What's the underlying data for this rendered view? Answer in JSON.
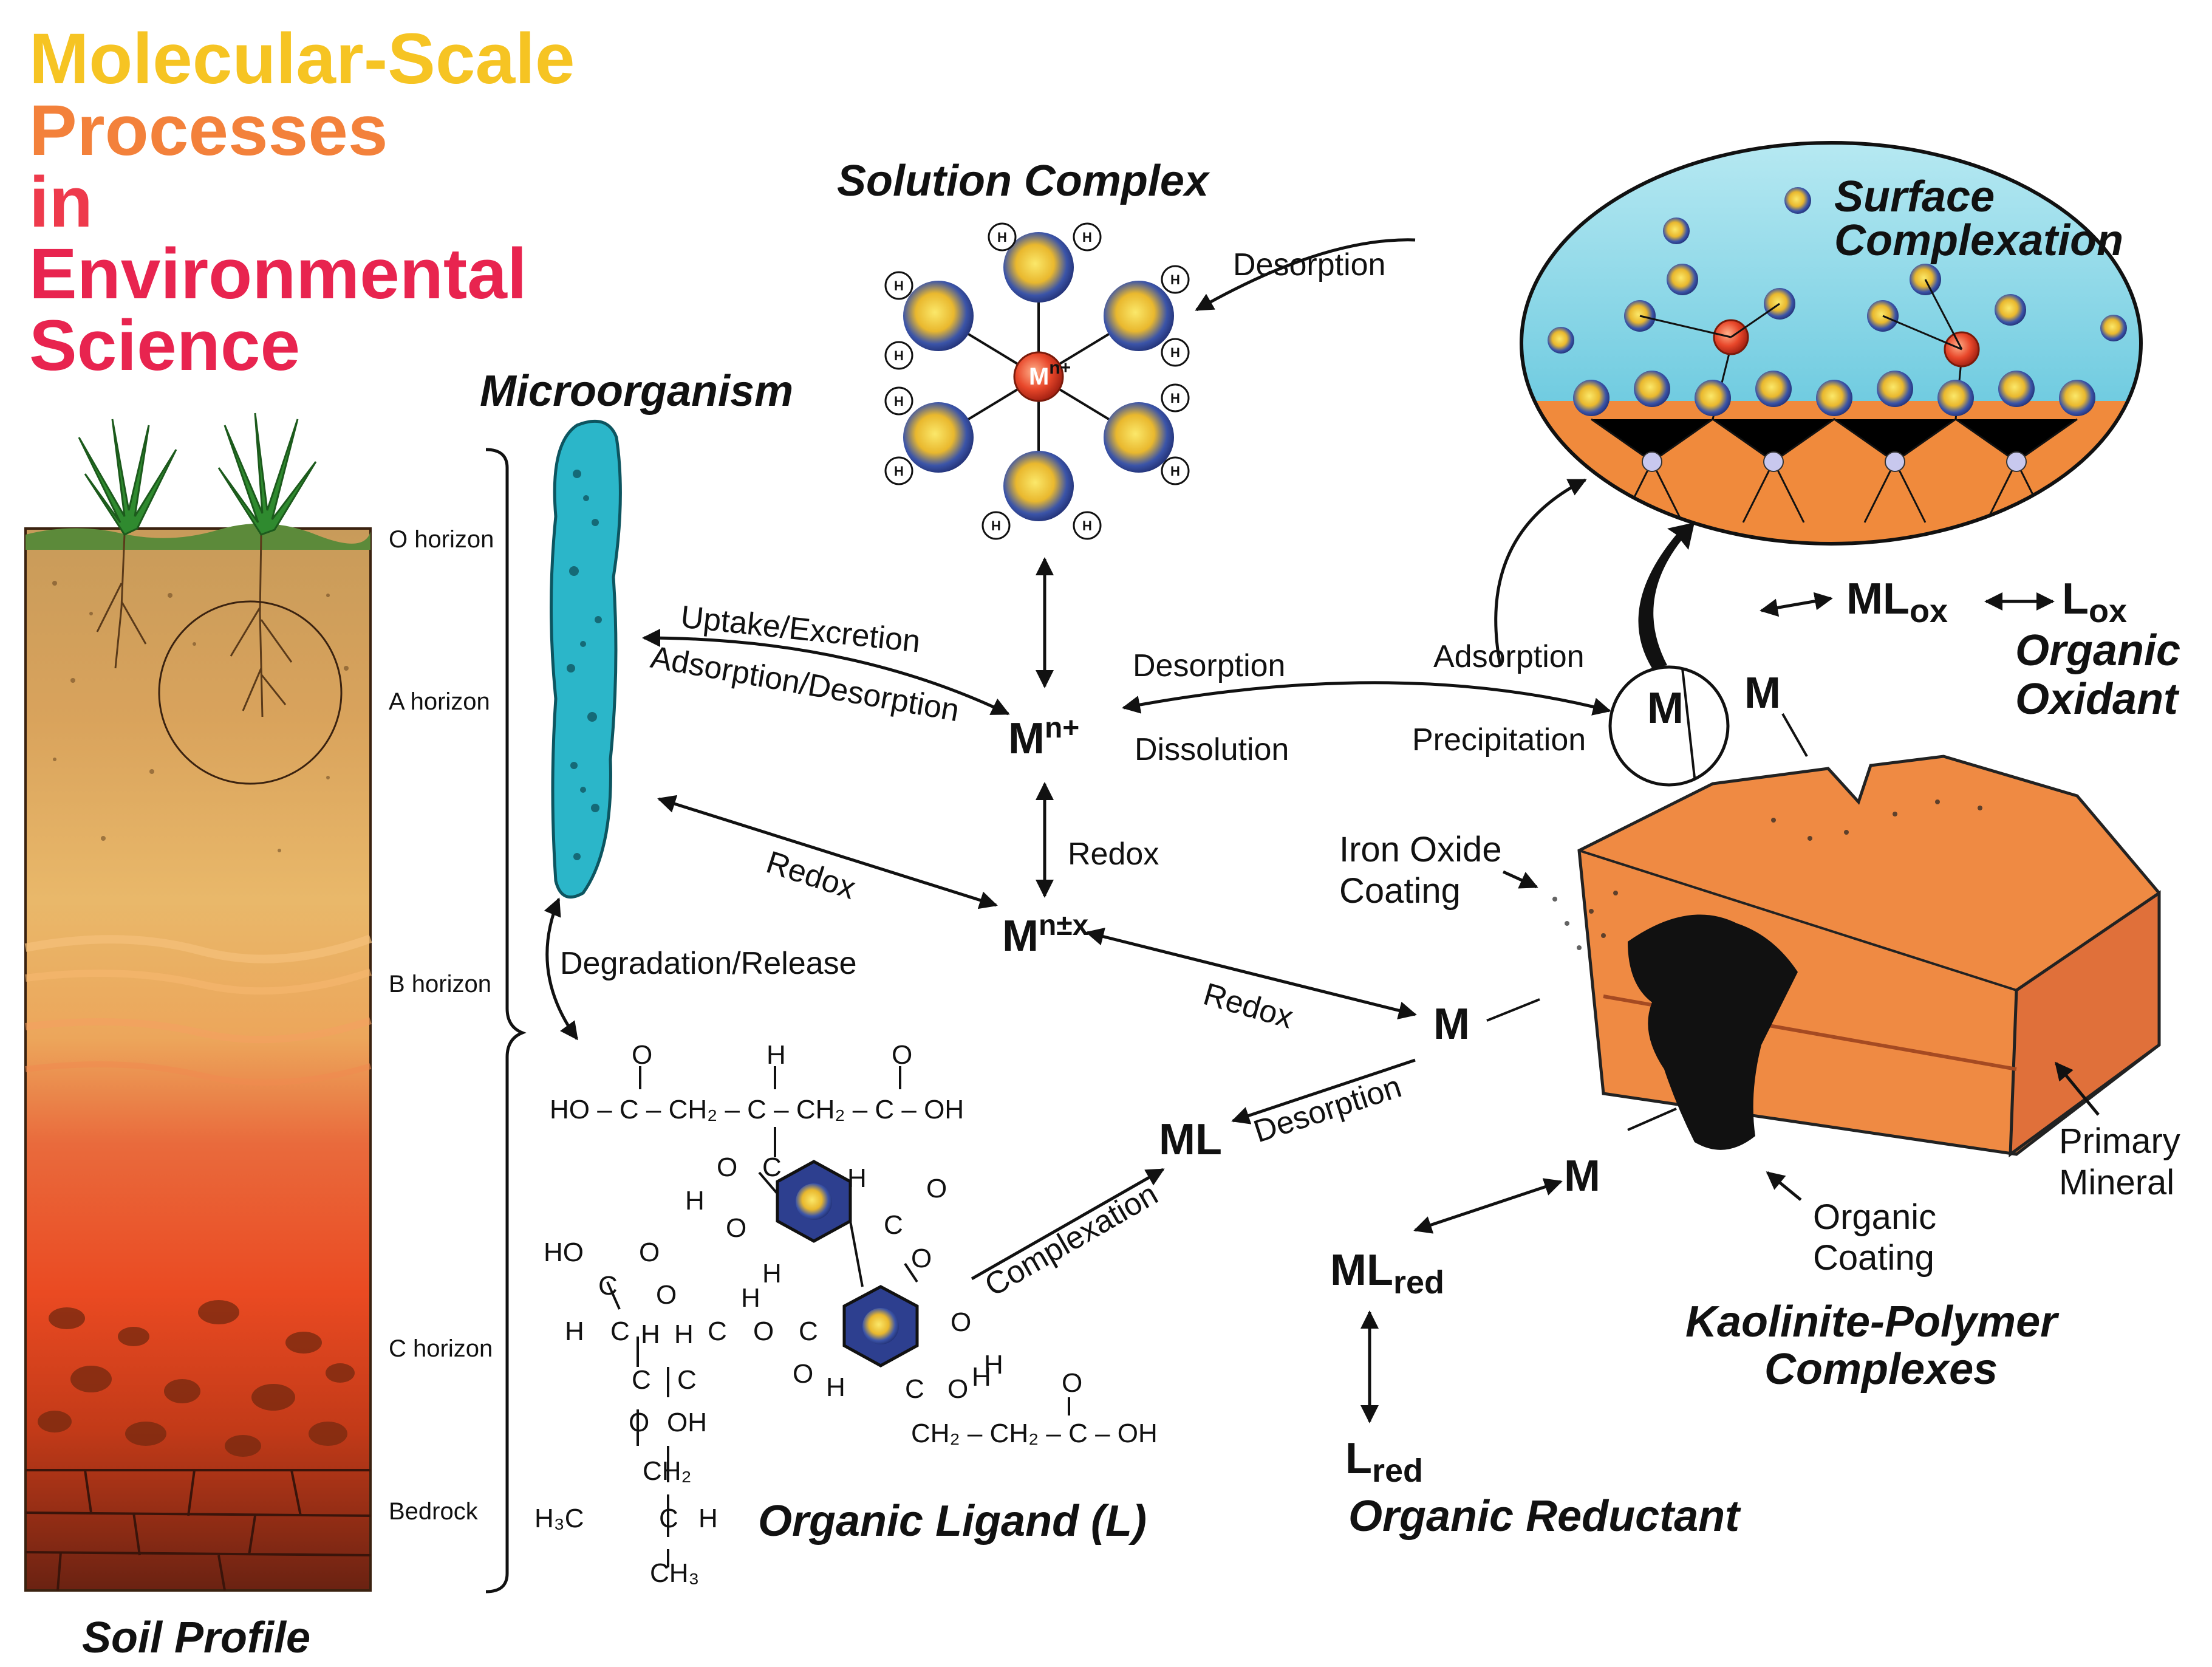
{
  "title": {
    "lines": [
      "Molecular-Scale",
      "Processes",
      "in",
      "Environmental",
      "Science"
    ],
    "colors": [
      "#f6c423",
      "#f3813b",
      "#ee3a4c",
      "#e8244f",
      "#e8244f"
    ]
  },
  "sections": {
    "solution_complex": "Solution Complex",
    "surface_complexation_1": "Surface",
    "surface_complexation_2": "Complexation",
    "microorganism": "Microorganism",
    "soil_profile": "Soil Profile",
    "organic_ligand": "Organic Ligand (L)",
    "kaolinite_1": "Kaolinite-Polymer",
    "kaolinite_2": "Complexes",
    "organic_oxidant_1": "Organic",
    "organic_oxidant_2": "Oxidant",
    "organic_reductant": "Organic Reductant"
  },
  "soil_horizons": [
    "O horizon",
    "A horizon",
    "B horizon",
    "C horizon",
    "Bedrock"
  ],
  "processes": {
    "desorption_top": "Desorption",
    "uptake_excretion": "Uptake/Excretion",
    "adsorption_desorption": "Adsorption/Desorption",
    "desorption_mid": "Desorption",
    "dissolution": "Dissolution",
    "adsorption": "Adsorption",
    "precipitation": "Precipitation",
    "redox_vertical": "Redox",
    "redox_micro": "Redox",
    "redox_mineral": "Redox",
    "degradation_release": "Degradation/Release",
    "desorption_ml": "Desorption",
    "complexation": "Complexation"
  },
  "species": {
    "m": "M",
    "n_plus": "n+",
    "n_pm_x": "n±x",
    "ml": "ML",
    "ml_base": "ML",
    "l_base": "L",
    "ox": "ox",
    "red": "red"
  },
  "mineral_labels": {
    "iron_oxide_1": "Iron Oxide",
    "iron_oxide_2": "Coating",
    "primary_1": "Primary",
    "primary_2": "Mineral",
    "organic_coating_1": "Organic",
    "organic_coating_2": "Coating"
  },
  "chem": {
    "o": "O",
    "h": "H",
    "ho": "HO",
    "oh": "OH",
    "c": "C",
    "ch2": "CH₂",
    "ch3": "CH₃",
    "h3c": "H₃C",
    "chain": "HO – C – CH₂ – C – CH₂ – C – OH",
    "tail": "CH₂ – CH₂ – C – OH"
  },
  "colors": {
    "ellipse_water": "#8dd8e8",
    "ellipse_solid": "#f08a3c",
    "mineral": "#ef8a43",
    "metal": "#e8472a",
    "atom_shell": "#2d3f8f",
    "atom_core": "#f2cf3a",
    "microbe": "#2bb6c9",
    "soil_top": "#d69a4e",
    "soil_bottom": "#d23a10"
  },
  "icons": [
    "plant-icon",
    "metal-ion-icon",
    "water-molecule-icon",
    "benzene-ring-icon"
  ]
}
